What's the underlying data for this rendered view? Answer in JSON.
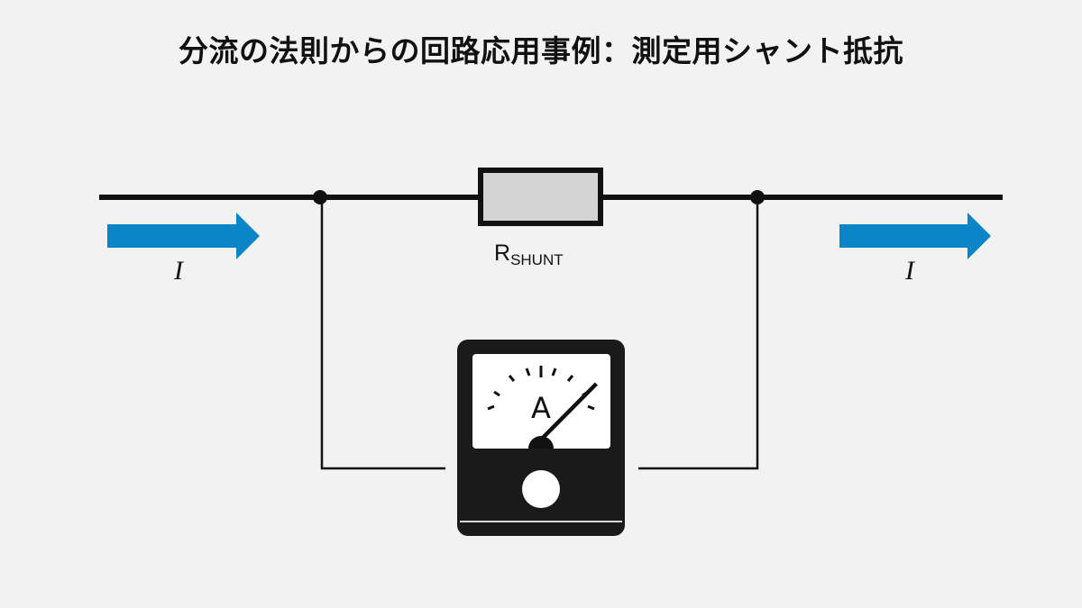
{
  "title": "分流の法則からの回路応用事例：測定用シャント抵抗",
  "resistor": {
    "label_main": "R",
    "label_sub": "SHUNT"
  },
  "current_left": {
    "label": "I"
  },
  "current_right": {
    "label": "I"
  },
  "meter": {
    "unit_label": "A",
    "needle_level_percent": 82
  },
  "colors": {
    "arrow": "#0a86c8",
    "wire": "#111111",
    "background": "#f2f2f2",
    "resistor_fill": "#d4d4d4",
    "meter_body": "#1a1a1a",
    "meter_face": "#ffffff"
  }
}
